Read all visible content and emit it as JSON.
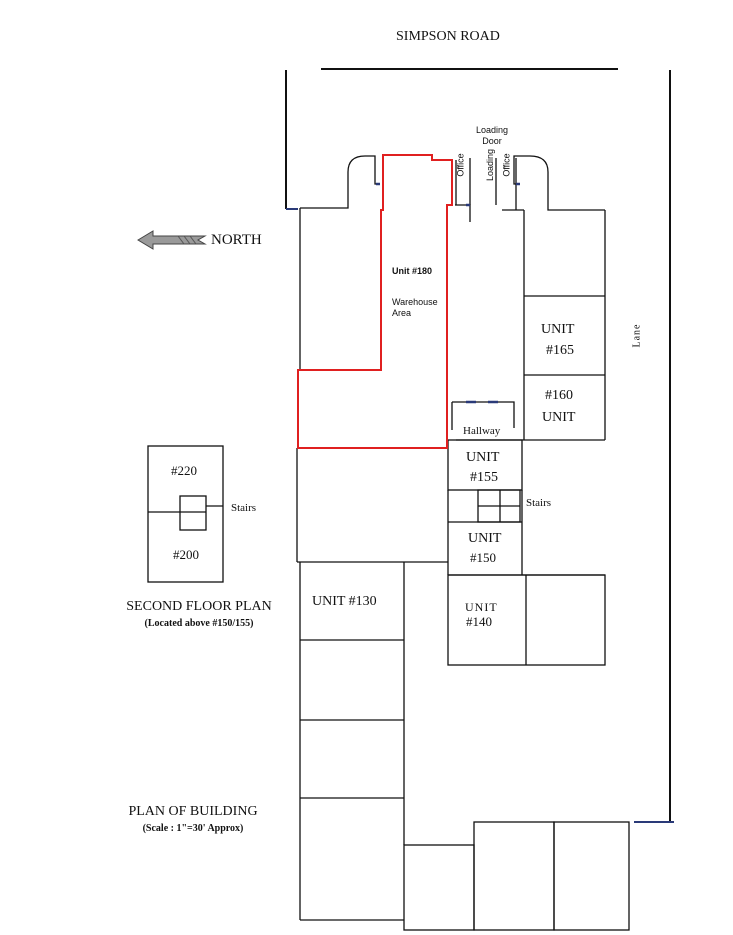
{
  "road_label": "SIMPSON ROAD",
  "north_label": "NORTH",
  "lane_label": "Lane",
  "loading_door_label": "Loading\nDoor",
  "vertical_labels": {
    "office_left": "Office",
    "loading": "Loading",
    "office_right": "Office"
  },
  "units": {
    "u180_title": "Unit #180",
    "u180_sub": "Warehouse\nArea",
    "u165_line1": "UNIT",
    "u165_line2": "#165",
    "u160_line1": "#160",
    "u160_line2": "UNIT",
    "hallway": "Hallway",
    "u155_line1": "UNIT",
    "u155_line2": "#155",
    "stairs_main": "Stairs",
    "u150_line1": "UNIT",
    "u150_line2": "#150",
    "u130": "UNIT #130",
    "u140_line1": "UNIT",
    "u140_line2": "#140"
  },
  "second_floor": {
    "u220": "#220",
    "u200": "#200",
    "stairs": "Stairs",
    "title": "SECOND FLOOR PLAN",
    "subtitle": "(Located above #150/155)"
  },
  "plan_title": "PLAN OF BUILDING",
  "plan_scale": "(Scale : 1\"=30' Approx)",
  "colors": {
    "highlight": "#e02020",
    "accent_blue": "#2a3a78",
    "arrow_fill": "#9a9a9a",
    "line": "#111111"
  }
}
